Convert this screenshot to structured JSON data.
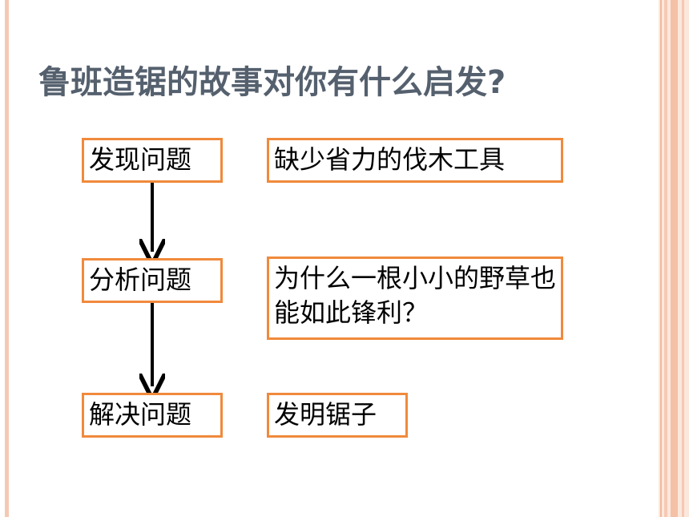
{
  "title": "鲁班造锯的故事对你有什么启发?",
  "steps": [
    {
      "label": "发现问题",
      "answer": "缺少省力的伐木工具"
    },
    {
      "label": "分析问题",
      "answer": "为什么一根小小的野草也能如此锋利？"
    },
    {
      "label": "解决问题",
      "answer": "发明锯子"
    }
  ],
  "colors": {
    "box_border": "#f08a3c",
    "title_text": "#55606e",
    "arrow": "#000000",
    "side_stripe": "#f6c9b3"
  }
}
